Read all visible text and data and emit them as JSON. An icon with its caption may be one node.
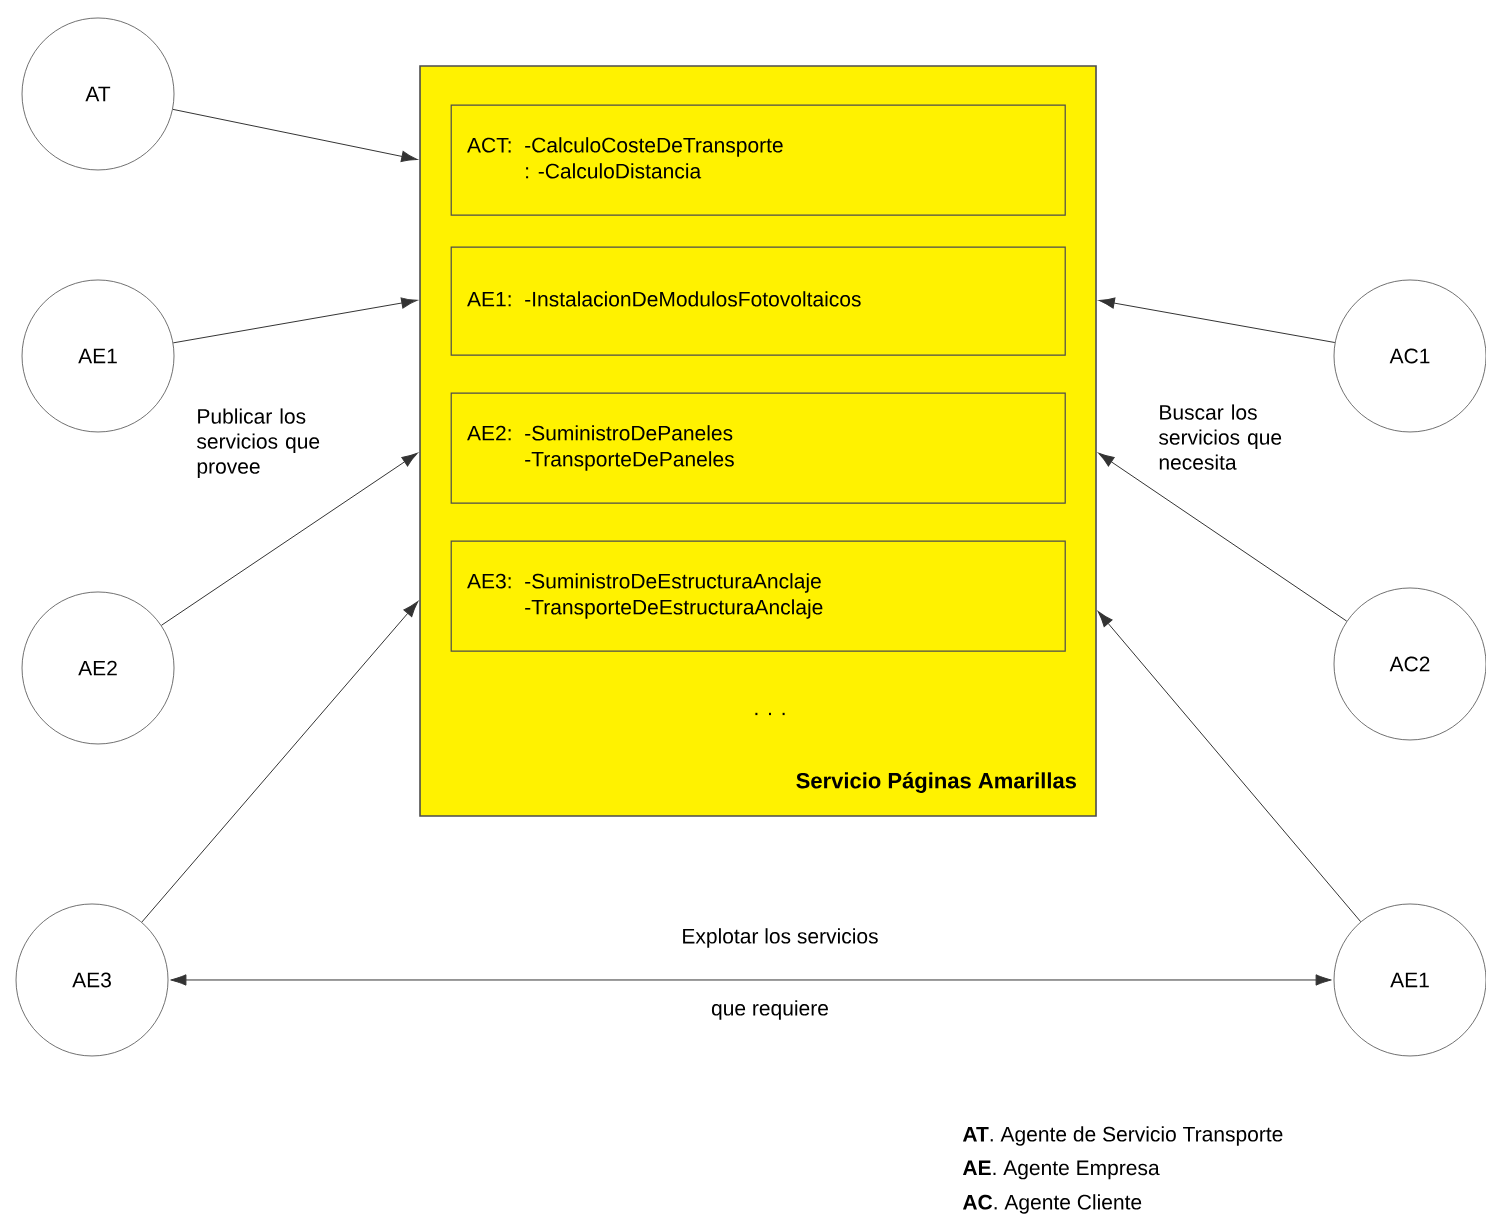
{
  "diagram": {
    "nodes": [
      {
        "text": [
          "Servicio Páginas Amarillas"
        ]
      },
      {
        "text": [
          "ACT:",
          "-CalculoCosteDeTransporte",
          ": -CalculoDistancia"
        ],
        "in": 0
      },
      {
        "text": [
          "AE1:",
          "-InstalacionDeModulosFotovoltaicos"
        ],
        "in": 0
      },
      {
        "text": [
          "AE2:",
          "-SuministroDePaneles",
          "-TransporteDePaneles"
        ],
        "in": 0
      },
      {
        "text": [
          "AE3:",
          "-SuministroDeEstructuraAnclaje",
          "-TransporteDeEstructuraAnclaje"
        ],
        "in": 0
      },
      {
        "text": [
          "AT"
        ]
      },
      {
        "text": [
          "AE1"
        ]
      },
      {
        "text": [
          "AE2"
        ]
      },
      {
        "text": [
          "AE3"
        ]
      },
      {
        "text": [
          "AC1"
        ]
      },
      {
        "text": [
          "AC2"
        ]
      },
      {
        "text": [
          "AE1"
        ]
      }
    ],
    "edges": [
      {
        "from": 5,
        "to": 0,
        "arrow": "to"
      },
      {
        "from": 6,
        "to": 0,
        "arrow": "to"
      },
      {
        "from": 7,
        "to": 0,
        "arrow": "to"
      },
      {
        "from": 8,
        "to": 0,
        "arrow": "to"
      },
      {
        "from": 9,
        "to": 0,
        "arrow": "to"
      },
      {
        "from": 10,
        "to": 0,
        "arrow": "to"
      },
      {
        "from": 11,
        "to": 0,
        "arrow": "to"
      },
      {
        "from": 8,
        "to": 11,
        "arrow": "both"
      }
    ],
    "labels": [
      "Publicar los servicios que provee",
      "Buscar los servicios que necesita",
      ". . .",
      "Explotar los servicios",
      "que requiere",
      "**AT**. Agente de Servicio Transporte",
      "**AE**. Agente Empresa",
      "**AC**. Agente Cliente"
    ]
  }
}
